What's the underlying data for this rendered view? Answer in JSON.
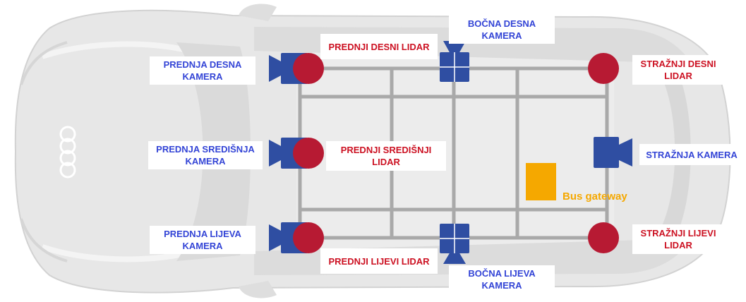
{
  "colors": {
    "car_body": "#e6e6e6",
    "car_outline": "#cfcfcf",
    "frame": "#a9a9a9",
    "lidar": "#b71a33",
    "camera": "#2f4ea2",
    "camera_text": "#3344d6",
    "lidar_text": "#cc1122",
    "gateway": "#f5a800"
  },
  "labels": {
    "front_right_camera": "PREDNJA DESNA\nKAMERA",
    "front_center_camera": "PREDNJA SREDIŠNJA\nKAMERA",
    "front_left_camera": "PREDNJA LIJEVA\nKAMERA",
    "front_right_lidar": "PREDNJI DESNI LIDAR",
    "front_center_lidar": "PREDNJI SREDIŠNJI\nLIDAR",
    "front_left_lidar": "PREDNJI LIJEVI LIDAR",
    "side_right_camera": "BOČNA DESNA\nKAMERA",
    "side_left_camera": "BOČNA LIJEVA\nKAMERA",
    "rear_right_lidar": "STRAŽNJI DESNI\nLIDAR",
    "rear_left_lidar": "STRAŽNJI LIJEVI\nLIDAR",
    "rear_camera": "STRAŽNJA KAMERA",
    "bus_gateway": "Bus gateway"
  },
  "icons": {
    "lidar": "lidar-circle-icon",
    "camera": "camera-icon",
    "gateway": "gateway-box-icon",
    "car_logo": "four-rings-logo"
  }
}
